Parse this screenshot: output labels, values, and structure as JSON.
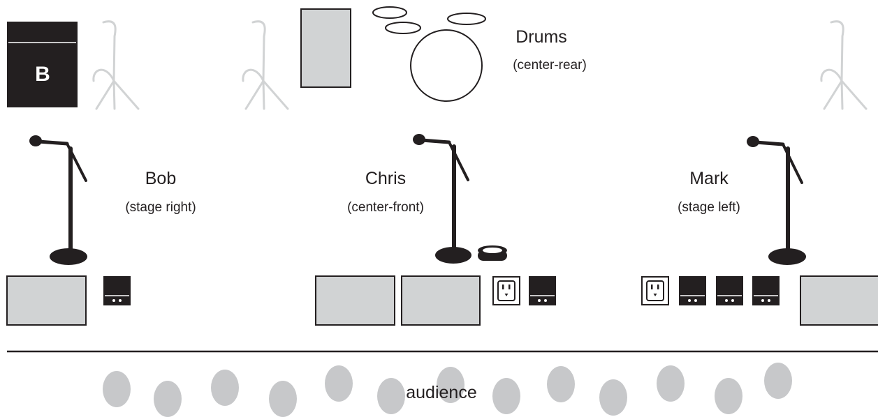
{
  "performers": [
    {
      "name": "Drums",
      "position": "(center-rear)"
    },
    {
      "name": "Bob",
      "position": "(stage right)"
    },
    {
      "name": "Chris",
      "position": "(center-front)"
    },
    {
      "name": "Mark",
      "position": "(stage left)"
    }
  ],
  "bass_amp_letter": "B",
  "audience_label": "audience",
  "colors": {
    "ink": "#231f20",
    "monitor_fill": "#d1d3d4",
    "audience_head": "#c7c8ca",
    "guitar_stand": "#d1d3d4",
    "background": "#ffffff"
  },
  "icons": [
    "bass-amp-icon",
    "guitar-stand-icon",
    "drum-riser-icon",
    "cymbal-icon",
    "bass-drum-icon",
    "mic-stand-icon",
    "floor-monitor-icon",
    "di-box-icon",
    "power-outlet-icon",
    "tuner-pedal-icon",
    "audience-head-icon"
  ]
}
